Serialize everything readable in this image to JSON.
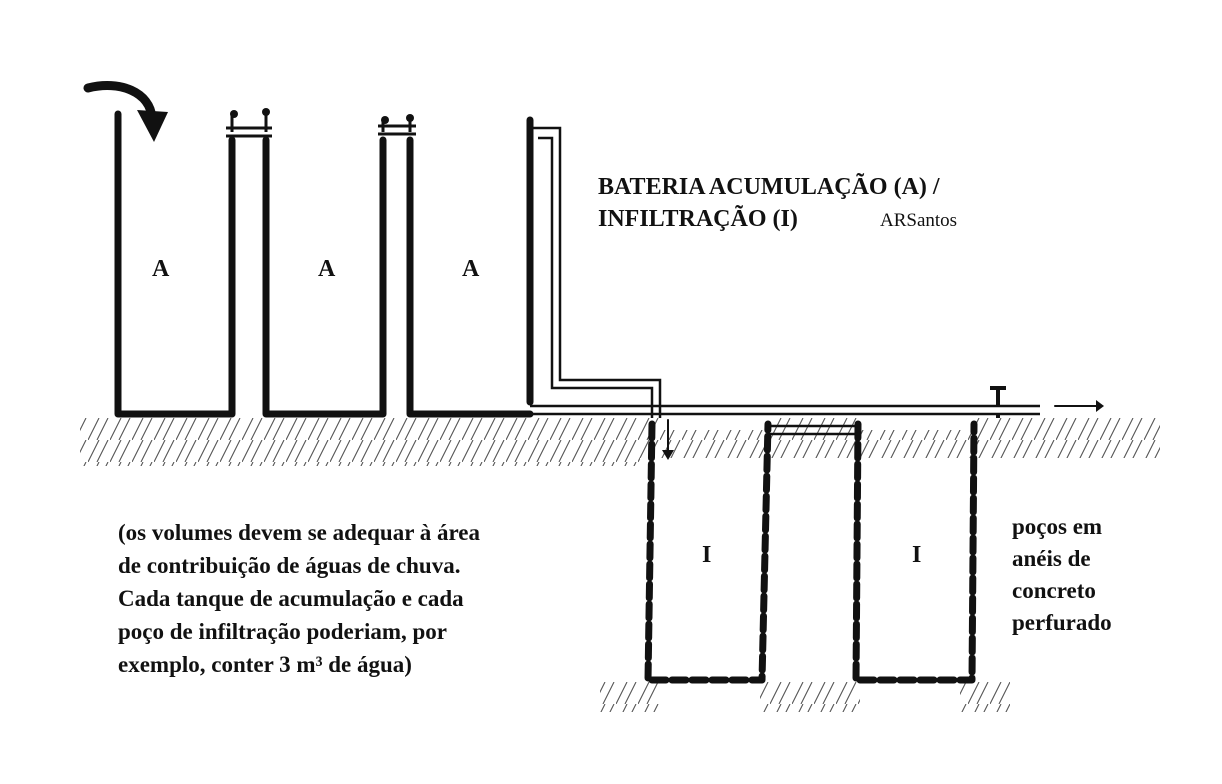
{
  "title": {
    "line1": "BATERIA ACUMULAÇÃO (A) /",
    "line2": "INFILTRAÇÃO (I)",
    "author": "ARSantos"
  },
  "tanks": [
    {
      "label": "A"
    },
    {
      "label": "A"
    },
    {
      "label": "A"
    }
  ],
  "wells": [
    {
      "label": "I"
    },
    {
      "label": "I"
    }
  ],
  "note_left": [
    "(os volumes devem se adequar à área",
    "de contribuição de águas de chuva.",
    "Cada tanque de acumulação e cada",
    "poço de infiltração poderiam, por",
    "exemplo, conter 3 m³ de água)"
  ],
  "note_right": [
    "poços em",
    "anéis de",
    "concreto",
    "perfurado"
  ],
  "colors": {
    "ink": "#111111",
    "background": "#ffffff"
  }
}
